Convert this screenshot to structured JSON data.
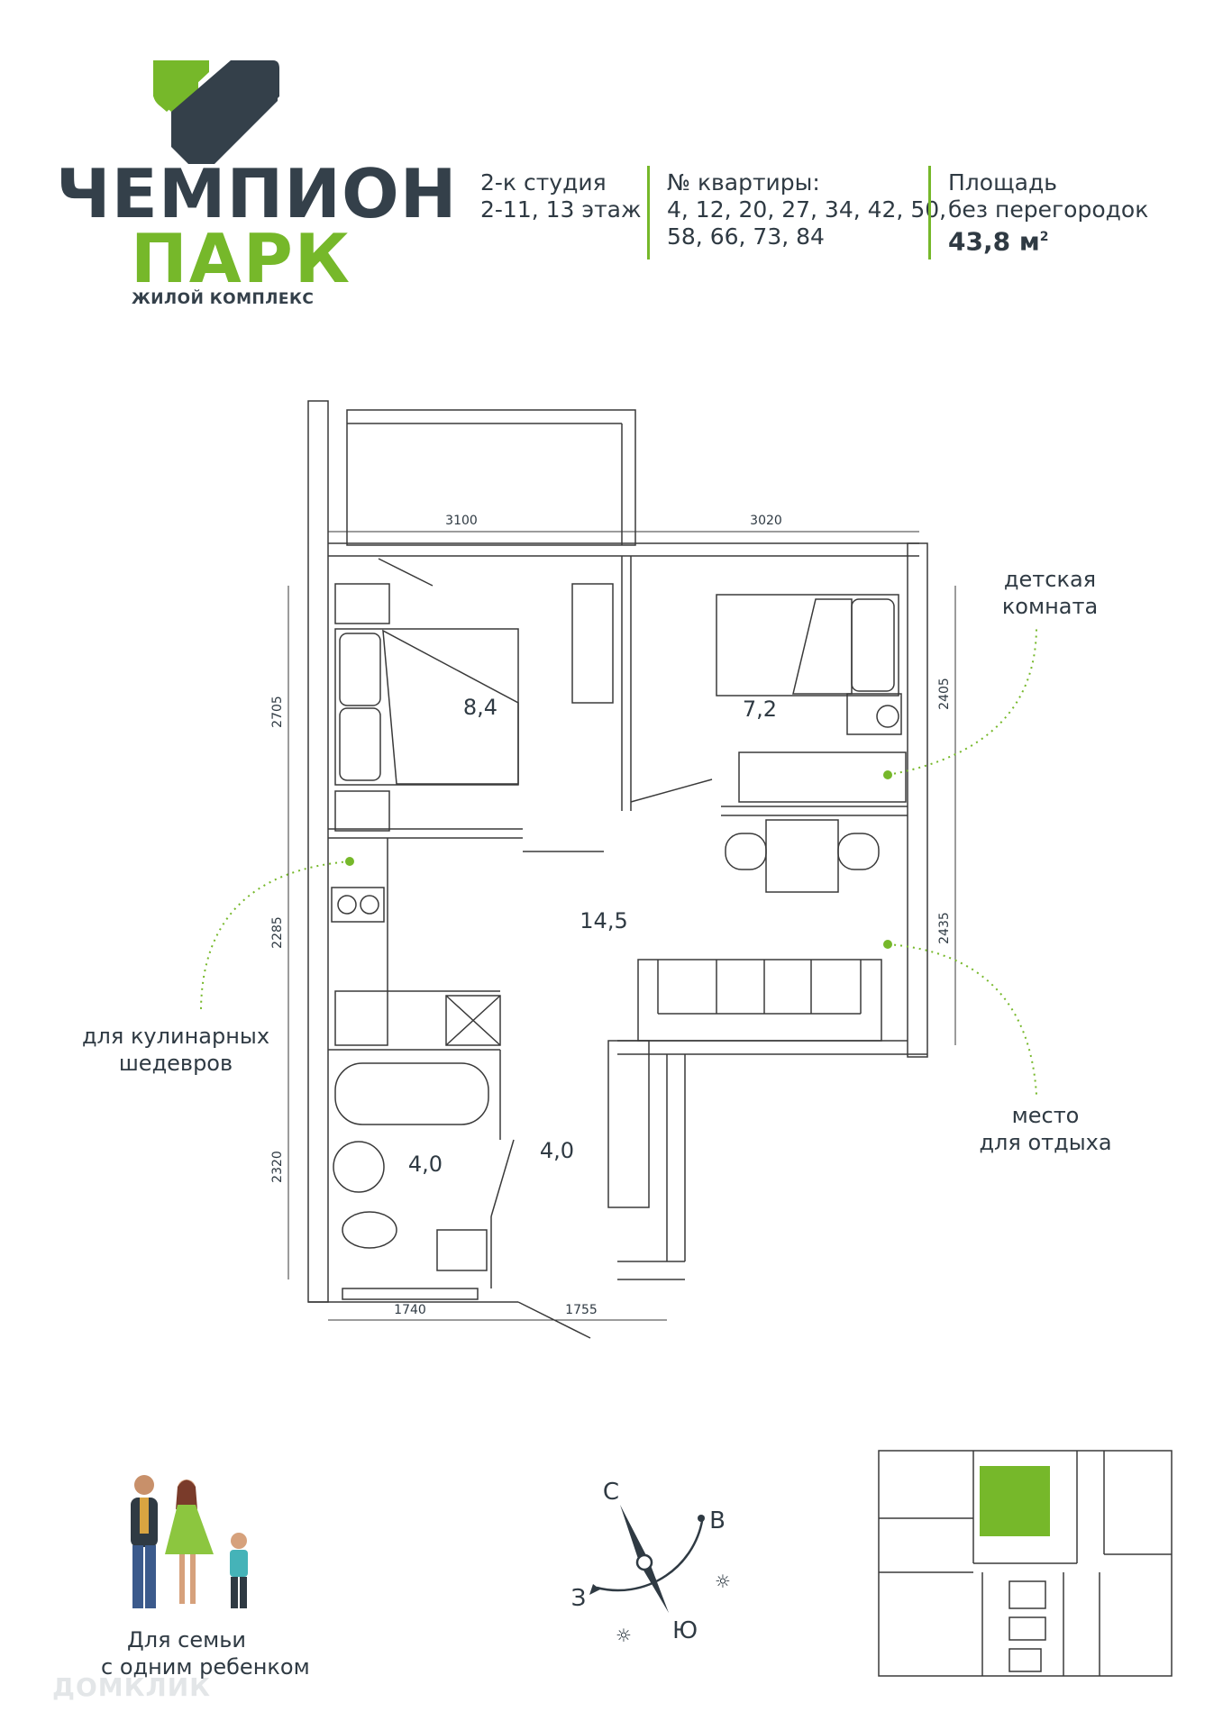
{
  "brand": {
    "line1": "ЧЕМПИОН",
    "line2": "ПАРК",
    "line3": "ЖИЛОЙ КОМПЛЕКС",
    "color_dark": "#34404a",
    "color_green": "#76b82a"
  },
  "info": {
    "type_line1": "2-к студия",
    "type_line2": "2-11, 13 этаж",
    "apts_line1": "№ квартиры:",
    "apts_line2": "4, 12, 20, 27, 34, 42, 50,",
    "apts_line3": "58, 66, 73, 84",
    "area_line1": "Площадь",
    "area_line2": "без перегородок",
    "area_value": "43,8 м",
    "area_unit_sup": "2"
  },
  "rooms": {
    "bedroom": "8,4",
    "kids": "7,2",
    "living": "14,5",
    "bath": "4,0",
    "hall": "4,0"
  },
  "dimensions": {
    "top_left": "3100",
    "top_right": "3020",
    "left_1": "2705",
    "left_2": "2285",
    "left_3": "2320",
    "right_1": "2405",
    "right_2": "2435",
    "bottom_left": "1740",
    "bottom_right": "1755"
  },
  "callouts": {
    "kids_line1": "детская",
    "kids_line2": "комната",
    "kitchen_line1": "для кулинарных",
    "kitchen_line2": "шедевров",
    "rest_line1": "место",
    "rest_line2": "для отдыха"
  },
  "compass": {
    "north": "С",
    "east": "В",
    "west": "З",
    "south": "Ю"
  },
  "family": {
    "line1": "Для семьи",
    "line2": "с одним ребенком"
  },
  "watermark": "ДОМКЛИК"
}
